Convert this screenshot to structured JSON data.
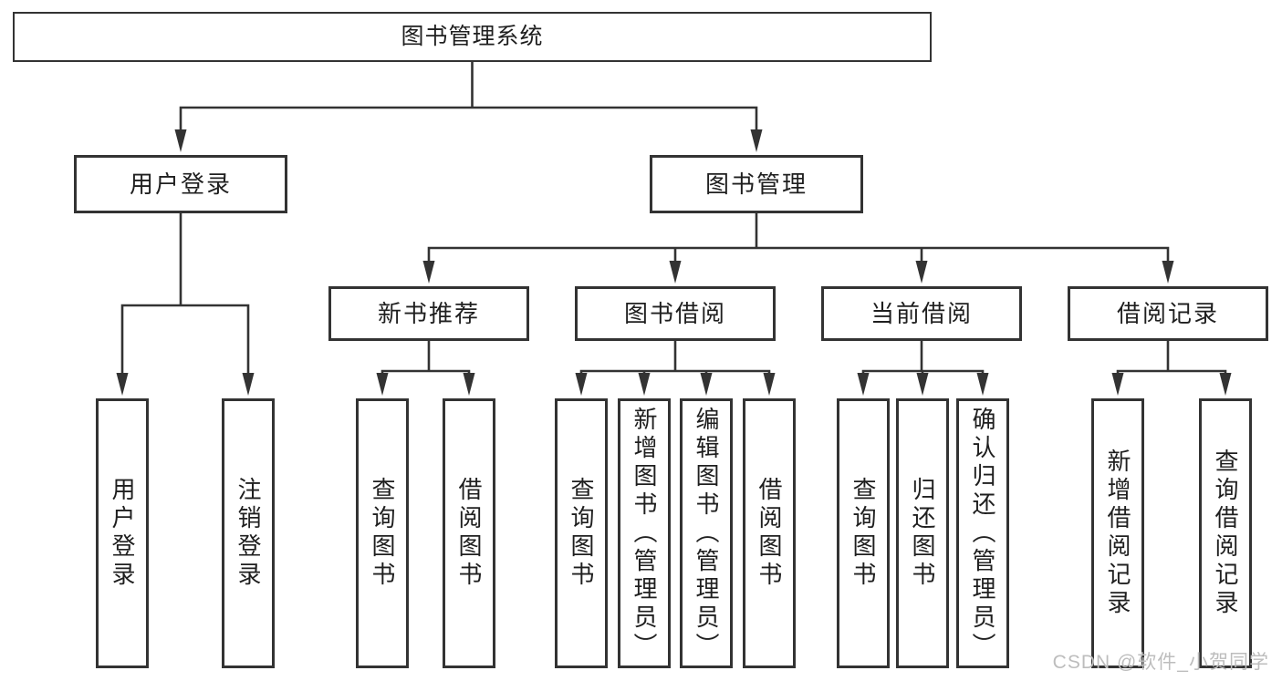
{
  "diagram": {
    "root": {
      "label": "图书管理系统",
      "children": [
        {
          "label": "用户登录",
          "children": [
            {
              "label": "用户登录"
            },
            {
              "label": "注销登录"
            }
          ]
        },
        {
          "label": "图书管理",
          "children": [
            {
              "label": "新书推荐",
              "children": [
                {
                  "label": "查询图书"
                },
                {
                  "label": "借阅图书"
                }
              ]
            },
            {
              "label": "图书借阅",
              "children": [
                {
                  "label": "查询图书"
                },
                {
                  "label": "新增图书（管理员）"
                },
                {
                  "label": "编辑图书（管理员）"
                },
                {
                  "label": "借阅图书"
                }
              ]
            },
            {
              "label": "当前借阅",
              "children": [
                {
                  "label": "查询图书"
                },
                {
                  "label": "归还图书"
                },
                {
                  "label": "确认归还（管理员）"
                }
              ]
            },
            {
              "label": "借阅记录",
              "children": [
                {
                  "label": "新增借阅记录"
                },
                {
                  "label": "查询借阅记录"
                }
              ]
            }
          ]
        }
      ]
    }
  },
  "watermark": {
    "text": "CSDN @软件_小贺同学"
  },
  "colors": {
    "line": "#333333",
    "box_border": "#333333",
    "text": "#1f1f1f",
    "background": "#ffffff",
    "watermark": "#bdbdbd"
  }
}
